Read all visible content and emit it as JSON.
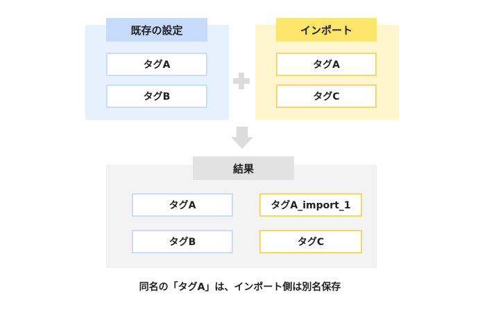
{
  "existing": {
    "title": "既存の設定",
    "tags": [
      "タグA",
      "タグB"
    ]
  },
  "import": {
    "title": "インポート",
    "tags": [
      "タグA",
      "タグC"
    ]
  },
  "result": {
    "title": "結果",
    "tags": [
      "タグA",
      "タグB",
      "タグA_import_1",
      "タグC"
    ]
  },
  "caption": "同名の「タグA」は、インポート側は別名保存",
  "colors": {
    "existing_panel": "#e7f0fd",
    "existing_header": "#c6dafb",
    "existing_border": "#c9dcfb",
    "import_panel": "#fff5cf",
    "import_header": "#fde46b",
    "import_border": "#f6d667",
    "result_panel": "#f3f3f3",
    "result_header": "#e2e2e2",
    "connector": "#dcdcdc"
  },
  "icons": {
    "merge": "plus-icon",
    "flow": "arrow-down-icon"
  }
}
